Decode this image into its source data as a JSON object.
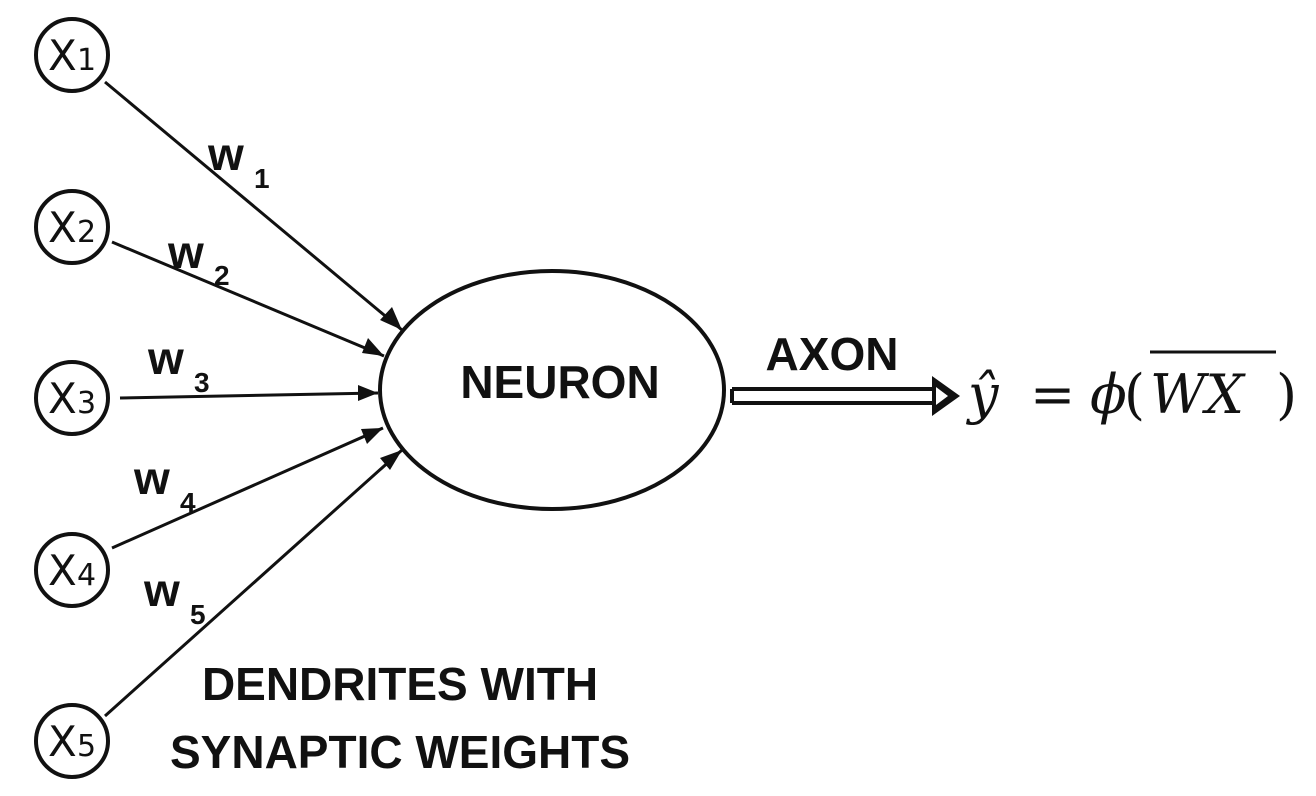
{
  "inputs": [
    {
      "letter": "X",
      "index": "1"
    },
    {
      "letter": "X",
      "index": "2"
    },
    {
      "letter": "X",
      "index": "3"
    },
    {
      "letter": "X",
      "index": "4"
    },
    {
      "letter": "X",
      "index": "5"
    }
  ],
  "weights": [
    {
      "letter": "w",
      "index": "1"
    },
    {
      "letter": "w",
      "index": "2"
    },
    {
      "letter": "w",
      "index": "3"
    },
    {
      "letter": "w",
      "index": "4"
    },
    {
      "letter": "w",
      "index": "5"
    }
  ],
  "neuron": {
    "label": "NEURON"
  },
  "axon": {
    "label": "AXON"
  },
  "output": {
    "y_hat": "ŷ",
    "equals": "=",
    "phi": "ϕ",
    "open_paren": "(",
    "wx": "WX",
    "close_paren": ")"
  },
  "dendrites": {
    "line1": "DENDRITES WITH",
    "line2": "SYNAPTIC WEIGHTS"
  }
}
